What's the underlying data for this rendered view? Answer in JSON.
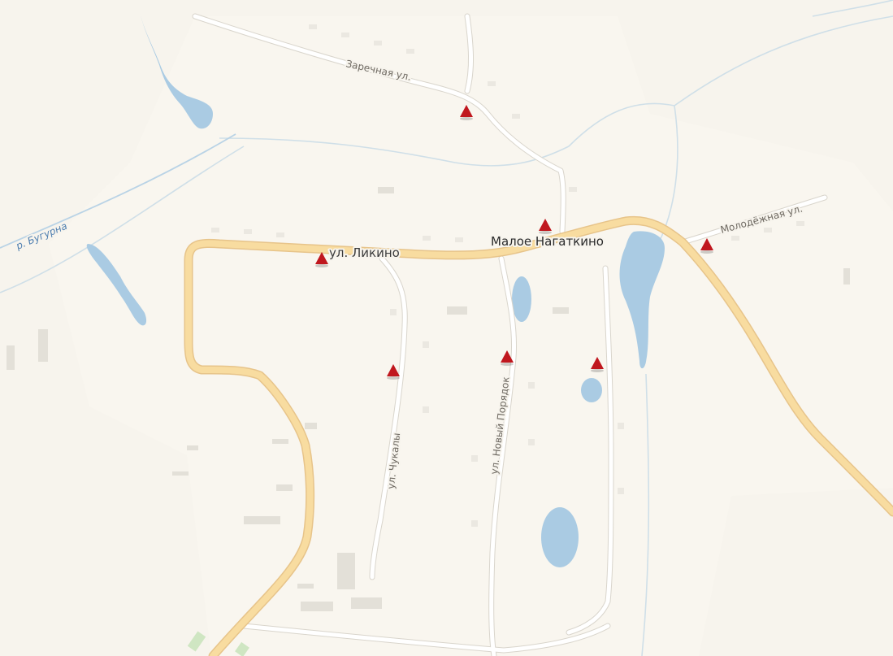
{
  "map": {
    "settlement": {
      "name": "Малое Нагаткино"
    },
    "streets": {
      "zarechnaya": "Заречная ул.",
      "likino": "ул. Ликино",
      "molodezhnaya": "Молодёжная ул.",
      "chukaly": "ул. Чукалы",
      "novy_poryadok": "ул. Новый Порядок"
    },
    "waterways": {
      "river": "р. Бугурна"
    },
    "poi_icon": "red-triangle-icon",
    "colors": {
      "background": "#f7f4ed",
      "main_road": "#f3d38c",
      "minor_road": "#ffffff",
      "water": "#aacbe3",
      "building": "#e3e0d8",
      "poi": "#c0171e"
    }
  }
}
